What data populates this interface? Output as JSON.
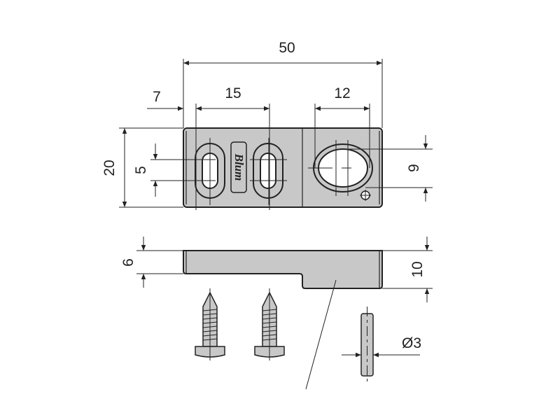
{
  "drawing": {
    "dimensions": {
      "overall_length": "50",
      "edge_to_first_hole": "7",
      "hole_spacing": "15",
      "large_hole_width": "12",
      "width": "20",
      "slot_length": "5",
      "large_hole_height": "9",
      "thickness_thin": "6",
      "thickness_full": "10",
      "pin_diameter": "Ø3"
    },
    "logo_text": "Blum",
    "colors": {
      "part_fill": "#c8c8c8",
      "line": "#222222"
    }
  }
}
